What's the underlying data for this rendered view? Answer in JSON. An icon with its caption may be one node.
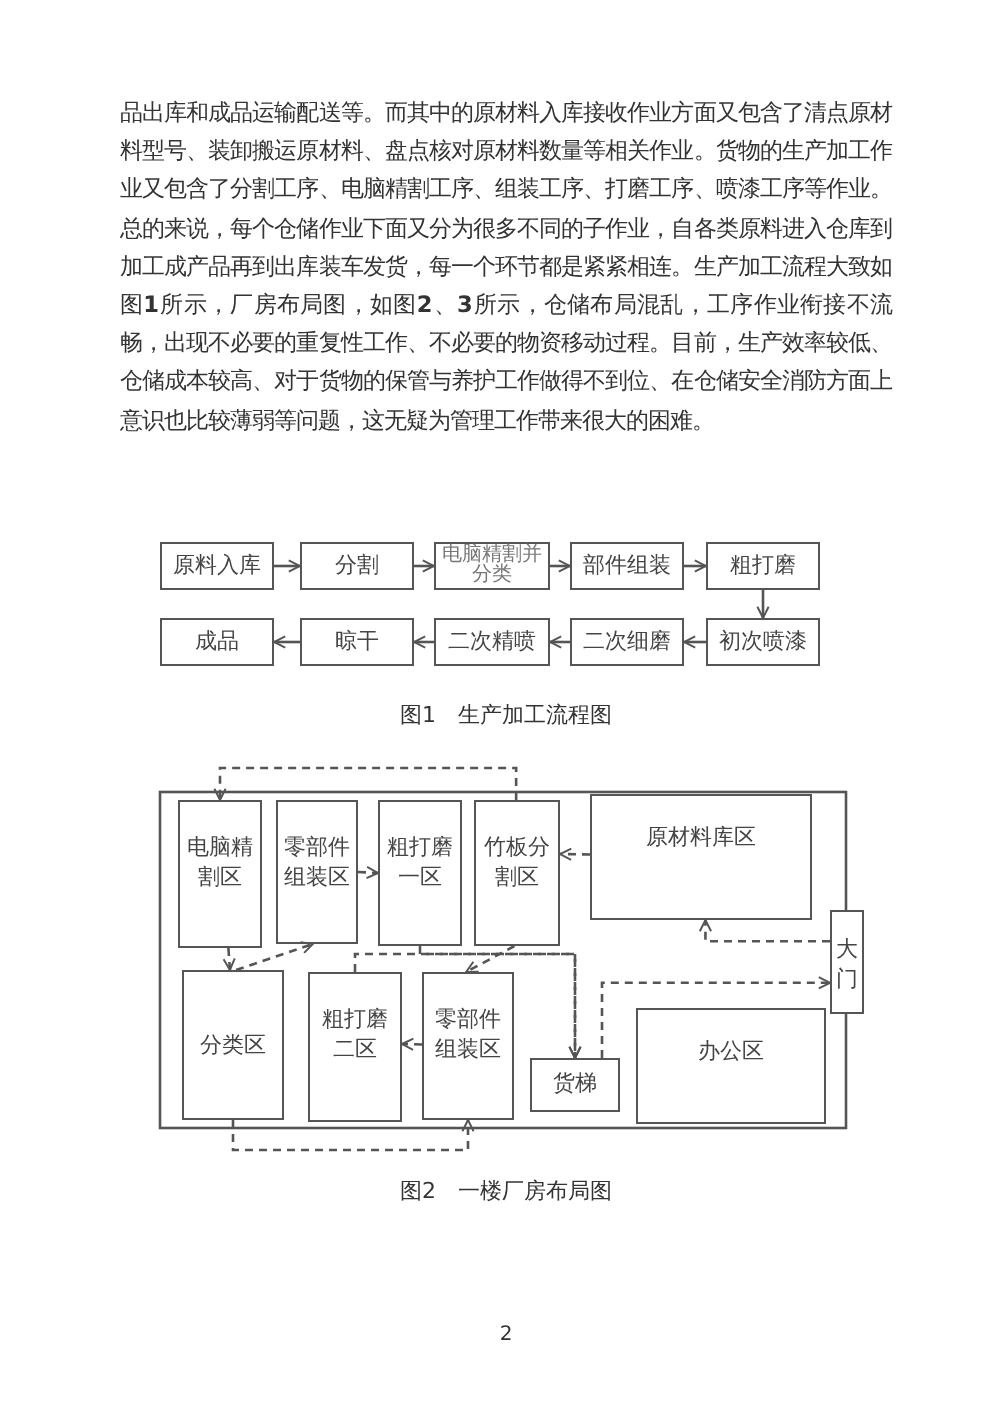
{
  "diagram": {
    "nodes": [
      {
        "text": [
          "原料入库"
        ]
      },
      {
        "text": [
          "分割"
        ]
      },
      {
        "text": [
          "电脑精割并分类"
        ]
      },
      {
        "text": [
          "部件组装"
        ]
      },
      {
        "text": [
          "粗打磨"
        ]
      },
      {
        "text": [
          "初次喷漆"
        ]
      },
      {
        "text": [
          "二次细磨"
        ]
      },
      {
        "text": [
          "二次精喷"
        ]
      },
      {
        "text": [
          "晾干"
        ]
      },
      {
        "text": [
          "成品"
        ]
      },
      {
        "text": [
          "电脑精割区"
        ]
      },
      {
        "text": [
          "零部件组装区"
        ]
      },
      {
        "text": [
          "粗打磨一区"
        ]
      },
      {
        "text": [
          "竹板分割区"
        ]
      },
      {
        "text": [
          "原材料库区"
        ]
      },
      {
        "text": [
          "大门"
        ]
      },
      {
        "text": [
          "分类区"
        ]
      },
      {
        "text": [
          "粗打磨二区"
        ]
      },
      {
        "text": [
          "零部件组装区"
        ]
      },
      {
        "text": [
          "货梯"
        ]
      },
      {
        "text": [
          "办公区"
        ]
      }
    ],
    "edges": [
      {
        "from": 0,
        "to": 1,
        "arrow": "to"
      },
      {
        "from": 1,
        "to": 2,
        "arrow": "to"
      },
      {
        "from": 2,
        "to": 3,
        "arrow": "to"
      },
      {
        "from": 3,
        "to": 4,
        "arrow": "to"
      },
      {
        "from": 4,
        "to": 5,
        "arrow": "to"
      },
      {
        "from": 5,
        "to": 6,
        "arrow": "to"
      },
      {
        "from": 6,
        "to": 7,
        "arrow": "to"
      },
      {
        "from": 7,
        "to": 8,
        "arrow": "to"
      },
      {
        "from": 8,
        "to": 9,
        "arrow": "to"
      },
      {
        "from": 13,
        "to": 10,
        "arrow": "to",
        "style": "dashed"
      },
      {
        "from": 14,
        "to": 13,
        "arrow": "to",
        "style": "dashed"
      },
      {
        "from": 11,
        "to": 12,
        "arrow": "to",
        "style": "dashed"
      },
      {
        "from": 10,
        "to": 16,
        "arrow": "to",
        "style": "dashed"
      },
      {
        "from": 16,
        "to": 11,
        "arrow": "to",
        "style": "dashed"
      },
      {
        "from": 13,
        "to": 18,
        "arrow": "to",
        "style": "dashed"
      },
      {
        "from": 12,
        "to": 19,
        "arrow": "to",
        "style": "dashed"
      },
      {
        "from": 17,
        "to": 19,
        "arrow": "to",
        "style": "dashed"
      },
      {
        "from": 18,
        "to": 17,
        "arrow": "to",
        "style": "dashed"
      },
      {
        "from": 16,
        "to": 18,
        "arrow": "to",
        "style": "dashed"
      },
      {
        "from": 15,
        "to": 14,
        "arrow": "to",
        "style": "dashed"
      },
      {
        "from": 19,
        "to": 15,
        "arrow": "to",
        "style": "dashed"
      }
    ],
    "labels": [
      "品出库和成品运输配送等。而其中的原材料入库接收作业方面又包含了清点原材料型号、装卸搬运原材料、盘点核对原材料数量等相关作业。货物的生产加工作业又包含了分割工序、电脑精割工序、组装工序、打磨工序、喷漆工序等作业。总的来说，每个仓储作业下面又分为很多不同的子作业，自各类原料进入仓库到加工成产品再到出库装车发货，每一个环节都是紧紧相连。生产加工流程大致如图**1**所示，厂房布局图，如图**2**、**3**所示，仓储布局混乱，工序作业衔接不流畅，出现不必要的重复性工作、不必要的物资移动过程。目前，生产效率较低、仓储成本较高、对于货物的保管与养护工作做得不到位、在仓储安全消防方面上意识也比较薄弱等问题，这无疑为管理工作带来很大的困难。",
      "图1　生产加工流程图",
      "图2　一楼厂房布局图",
      "2"
    ]
  }
}
